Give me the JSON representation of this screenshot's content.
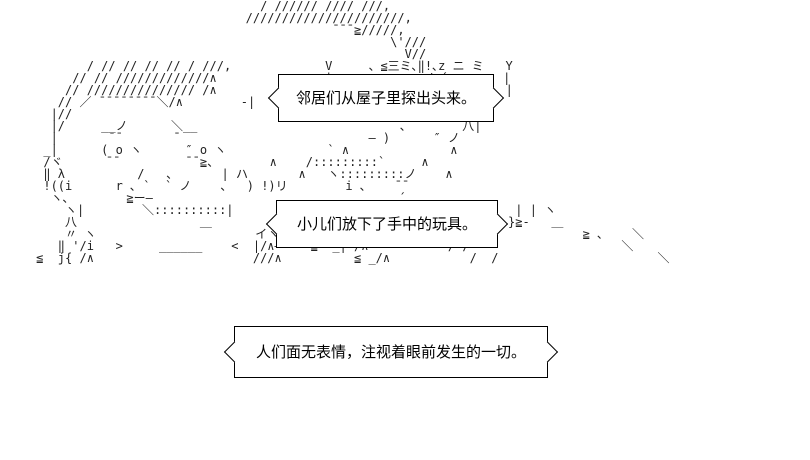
{
  "captions": {
    "line1": "邻居们从屋子里探出头来。",
    "line2": "小儿们放下了手中的玩具。",
    "line3": "人们面无表情，注视着眼前发生的一切。"
  },
  "ascii_art": "                                    / ////// //// ///,\n                                  //////////////////////,\n                                              ̄ ̄ ̄ ≧/////,\n                                                      \\'///\n                                                        V//\n            / // // // // / ///,             V     、≦三ミ､‖!､z ニ ミ   Y\n          // // /////////////∧               |   〃 ＿ 、   / ´ ≦、    |\n         // /////////////// /∧              |     〃   、      〃      |\n        // ／ ̄ ̄ ̄ ̄ ̄ ̄ ̄ ̄ ＼/∧        -|      O  |    O  )     |-、\n       |//                                      i   ー″    |  1\n       |/     __ノ      ＼__                            、       八|\n       |       ̄ ̄        ̄                           ― )      ″ ノ\n      _|      ( o ヽ      ″ o ヽ              ` ∧              ∧\n      /ヾ      ̄ ̄          ̄ ̄ ≧、       ∧    /:::::::::`     ∧\n      ‖ λ          /   、      | ハ       ∧   ヽ:::::::::ノ    ∧\n      !((i      r ､ `  ` ノ    、  ) !)リ        i ､    ̄ ̄\n       ヽ､        ≧ー―                                  ´\n         ヽ|        ＼::::::::::|                                       | | ヽ\n         八                 ＿                                      V  }≧-   ＿\n         〃 ヽ                      イヽ          /| /∧            / /            ≧ ､    ＼\n        ‖ '/i   >     ______    <  |/∧―― ―-≦  _| /∧           / /                     ＼\n     ≦  j{ /∧                      ///∧          ≦ _/∧           /  /                      ＼"
}
